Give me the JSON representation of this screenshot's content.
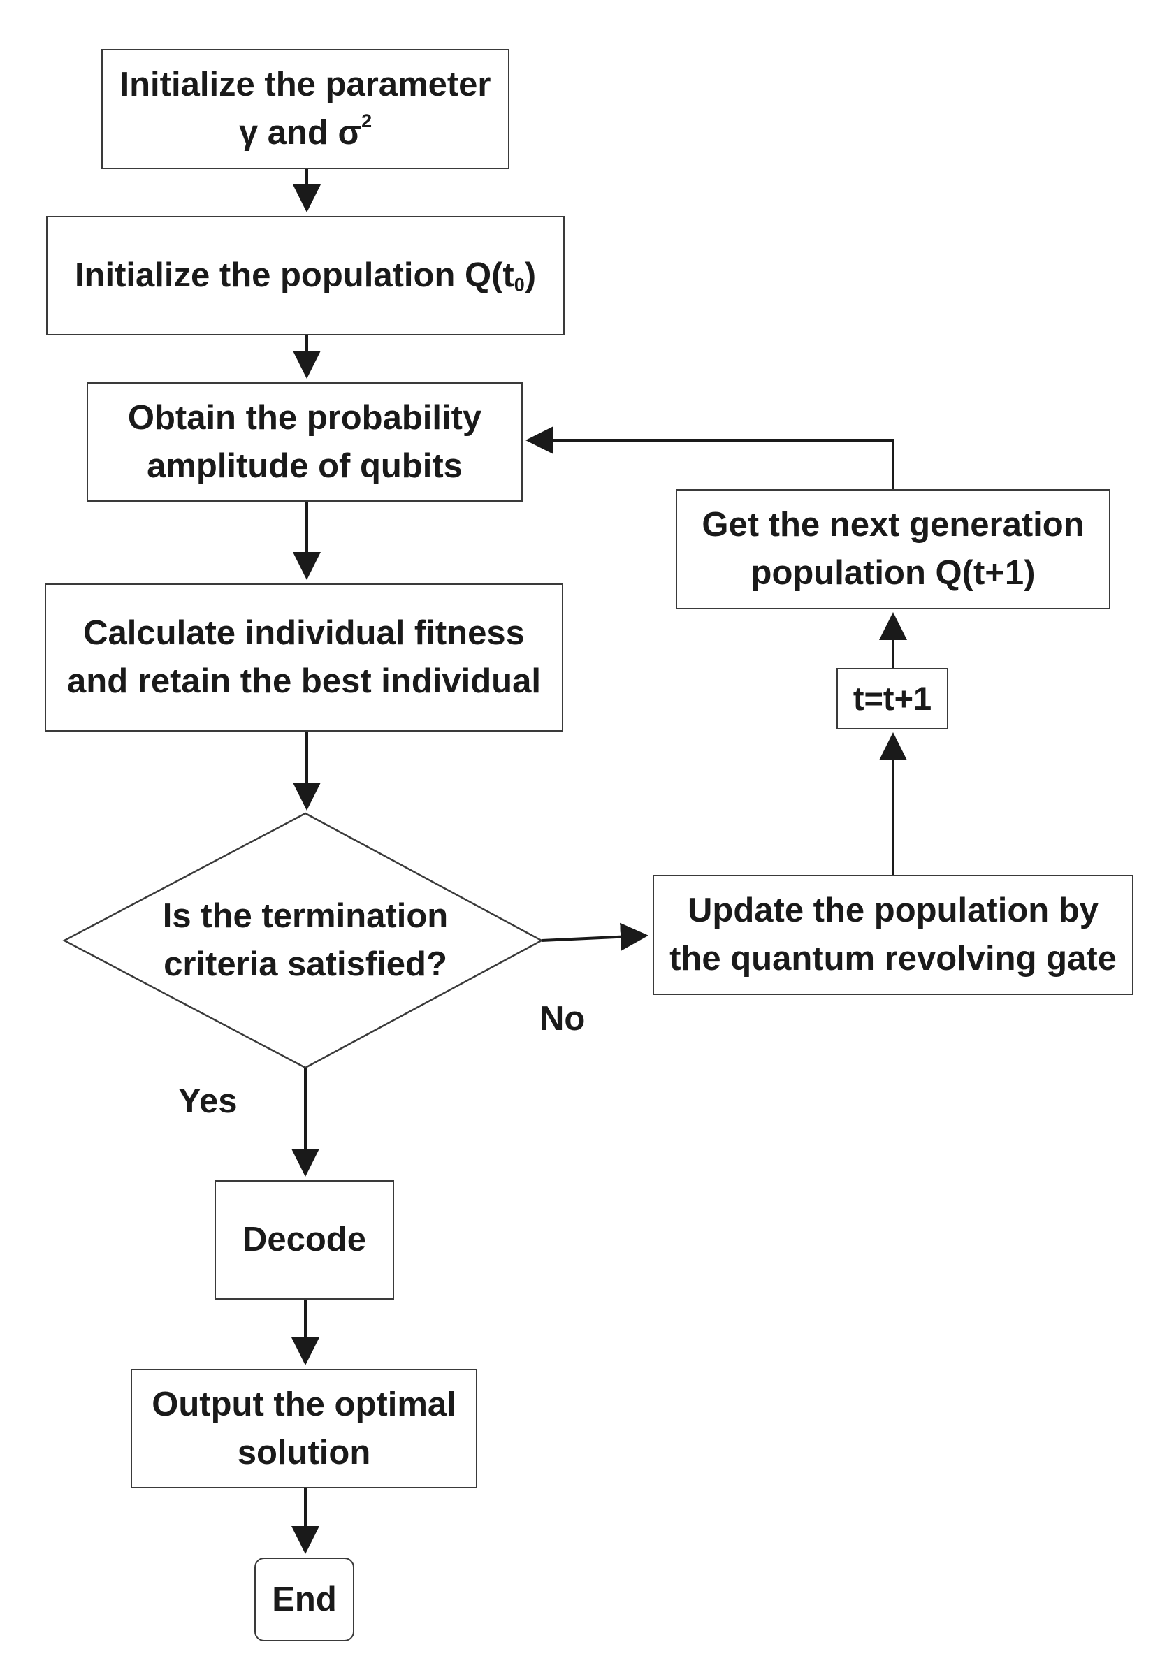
{
  "nodes": {
    "init_params": {
      "line1": "Initialize the parameter",
      "line2_pre": "γ and σ",
      "line2_sup": "2"
    },
    "init_population": {
      "text_pre": "Initialize the population Q(t",
      "text_sub": "0",
      "text_post": ")"
    },
    "probability_amplitude": {
      "line1": "Obtain the probability",
      "line2": "amplitude of qubits"
    },
    "fitness": {
      "line1": "Calculate individual fitness",
      "line2": "and retain the best individual"
    },
    "termination_check": {
      "line1": "Is the termination",
      "line2": "criteria satisfied?"
    },
    "update_population": {
      "line1": "Update the population by",
      "line2": "the quantum revolving gate"
    },
    "increment": {
      "text": "t=t+1"
    },
    "next_generation": {
      "line1": "Get the next generation",
      "line2": "population Q(t+1)"
    },
    "decode": {
      "text": "Decode"
    },
    "output": {
      "line1": "Output the optimal",
      "line2": "solution"
    },
    "end": {
      "text": "End"
    }
  },
  "edge_labels": {
    "no": "No",
    "yes": "Yes"
  },
  "colors": {
    "stroke": "#3a3a3a",
    "text": "#1a1a1a",
    "background": "#ffffff"
  }
}
